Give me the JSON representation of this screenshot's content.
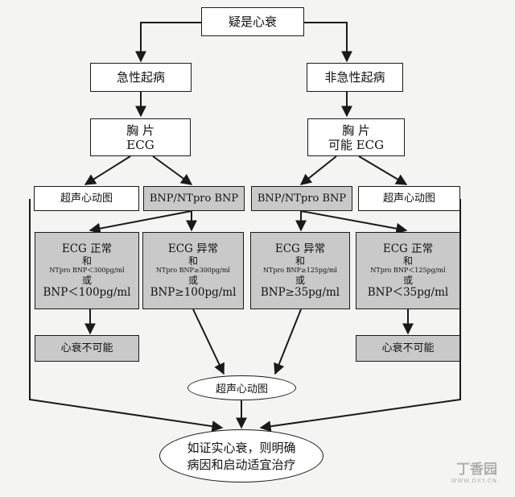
{
  "flow": {
    "start": "疑是心衰",
    "acute": "急性起病",
    "nonacute": "非急性起病",
    "chest_left": {
      "line1": "胸 片",
      "line2": "ECG"
    },
    "chest_right": {
      "line1": "胸 片",
      "line2": "可能 ECG"
    },
    "echo_left": "超声心动图",
    "bnp_left": "BNP/NTpro BNP",
    "bnp_right": "BNP/NTpro BNP",
    "echo_right": "超声心动图",
    "cond1": {
      "l1": "ECG 正常",
      "l2": "和",
      "l3": "NTpro BNP＜300pg/ml",
      "l4": "或",
      "l5": "BNP＜100pg/ml"
    },
    "cond2": {
      "l1": "ECG 异常",
      "l2": "和",
      "l3": "NTpro BNP≥300pg/ml",
      "l4": "或",
      "l5": "BNP≥100pg/ml"
    },
    "cond3": {
      "l1": "ECG 异常",
      "l2": "和",
      "l3": "NTpro BNP≥125pg/ml",
      "l4": "或",
      "l5": "BNP≥35pg/ml"
    },
    "cond4": {
      "l1": "ECG 正常",
      "l2": "和",
      "l3": "NTpro BNP＜125pg/ml",
      "l4": "或",
      "l5": "BNP＜35pg/ml"
    },
    "unlikely_left": "心衰不可能",
    "unlikely_right": "心衰不可能",
    "echo_center": "超声心动图",
    "final": {
      "line1": "如证实心衰，则明确",
      "line2": "病因和启动适宜治疗"
    }
  },
  "watermark": {
    "name": "丁香园",
    "url": "WWW.DXY.CN"
  },
  "colors": {
    "line": "#1a1a1a",
    "gray_box": "#c9c9c9",
    "background": "#f4f4f2"
  }
}
